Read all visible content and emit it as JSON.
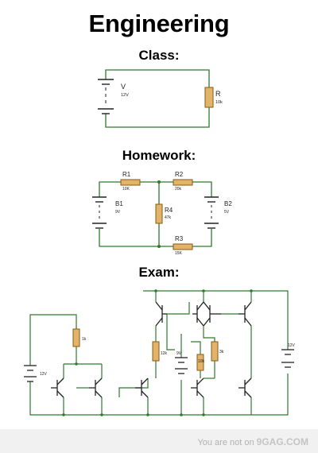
{
  "title": "Engineering",
  "sections": {
    "class": "Class:",
    "homework": "Homework:",
    "exam": "Exam:"
  },
  "class_circuit": {
    "battery_name": "V",
    "battery_value": "12V",
    "resistor_name": "R",
    "resistor_value": "10k"
  },
  "homework_circuit": {
    "r1": "R1",
    "r1_value": "10K",
    "r2": "R2",
    "r2_value": "20k",
    "r3": "R3",
    "r3_value": "15K",
    "r4": "R4",
    "r4_value": "47k",
    "b1": "B1",
    "b1_value": "9V",
    "b2": "B2",
    "b2_value": "5V"
  },
  "exam_circuit": {
    "r_left_value": "1k",
    "r_mid_value": "12k",
    "r_a_value": "10k",
    "r_b_value": "3k",
    "battery_left_value": "12V",
    "battery_mid_value": "9V",
    "battery_right_value": "12V"
  },
  "footer": {
    "prefix": "You are not on ",
    "brand": "9GAG.COM"
  },
  "colors": {
    "wire": "#2f7a2f",
    "resistor_fill": "#e2b36a",
    "resistor_stroke": "#8a5a10",
    "component": "#222222"
  }
}
